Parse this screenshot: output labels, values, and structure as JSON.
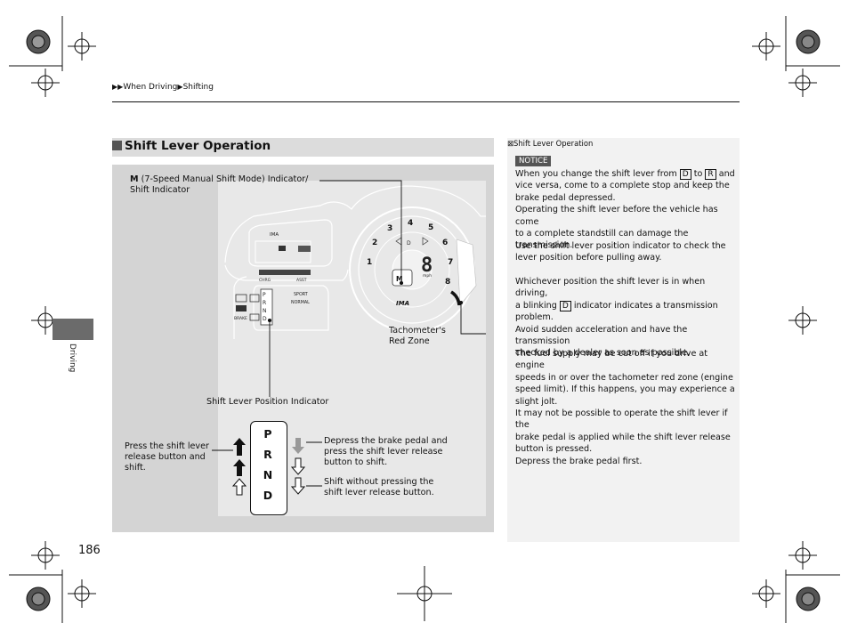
{
  "breadcrumb": {
    "part1": "When Driving",
    "part2": "Shifting"
  },
  "side_label": "Driving",
  "section_title": "Shift Lever Operation",
  "figure": {
    "m_label_bold": "M",
    "m_label_rest": " (7-Speed Manual Shift Mode) Indicator/",
    "m_label_line2": "Shift Indicator",
    "tacho_line1": "Tachometer's",
    "tacho_line2": "Red Zone",
    "position_indicator": "Shift Lever Position Indicator",
    "release_line1": "Press the shift lever",
    "release_line2": "release button and",
    "release_line3": "shift.",
    "brake_line1": "Depress the brake pedal and",
    "brake_line2": "press the shift lever release",
    "brake_line3": "button to shift.",
    "nopress_line1": "Shift without pressing the",
    "nopress_line2": "shift lever release button.",
    "gears": [
      "P",
      "R",
      "N",
      "D"
    ],
    "cluster": {
      "ima": "IMA",
      "chrg": "CHRG",
      "asst": "ASST",
      "sport": "SPORT",
      "normal": "NORMAL",
      "brake": "BRAKE",
      "mph": "mph",
      "ima_logo": "IMA",
      "gear_digit": "8",
      "m_indicator": "M",
      "d_indicator": "D",
      "prnd_small": [
        "P",
        "R",
        "N",
        "D"
      ],
      "tach_numbers": [
        "1",
        "2",
        "3",
        "4",
        "5",
        "6",
        "7",
        "8"
      ]
    }
  },
  "notes": {
    "header": "Shift Lever Operation",
    "notice": "NOTICE",
    "p1_a": "When you change the shift lever from ",
    "p1_key1": "D",
    "p1_b": " to ",
    "p1_key2": "R",
    "p1_c": " and",
    "p1_line2": "vice versa, come to a complete stop and keep the",
    "p1_line3": "brake pedal depressed.",
    "p1_line4": "Operating the shift lever before the vehicle has come",
    "p1_line5": "to a complete standstill can damage the transmission.",
    "p2_line1": "Use the shift lever position indicator to check the",
    "p2_line2": "lever position before pulling away.",
    "p3_line1": "Whichever position the shift lever is in when driving,",
    "p3_line2a": "a blinking ",
    "p3_key": "D",
    "p3_line2b": " indicator indicates a transmission",
    "p3_line3": "problem.",
    "p3_line4": "Avoid sudden acceleration and have the transmission",
    "p3_line5": "checked by a dealer as soon as possible.",
    "p4_line1": "The fuel supply may be cut off if you drive at engine",
    "p4_line2": "speeds in or over the tachometer red zone (engine",
    "p4_line3": "speed limit). If this happens, you may experience a",
    "p4_line4": "slight jolt.",
    "p5_line1": "It may not be possible to operate the shift lever if the",
    "p5_line2": "brake pedal is applied while the shift lever release",
    "p5_line3": "button is pressed.",
    "p5_line4": "Depress the brake pedal first."
  },
  "page_number": "186",
  "colors": {
    "section_bar": "#dcdcdc",
    "figure_bg": "#d4d4d4",
    "notes_bg": "#f2f2f2",
    "tab": "#6b6b6b",
    "red_zone": "#222222"
  }
}
